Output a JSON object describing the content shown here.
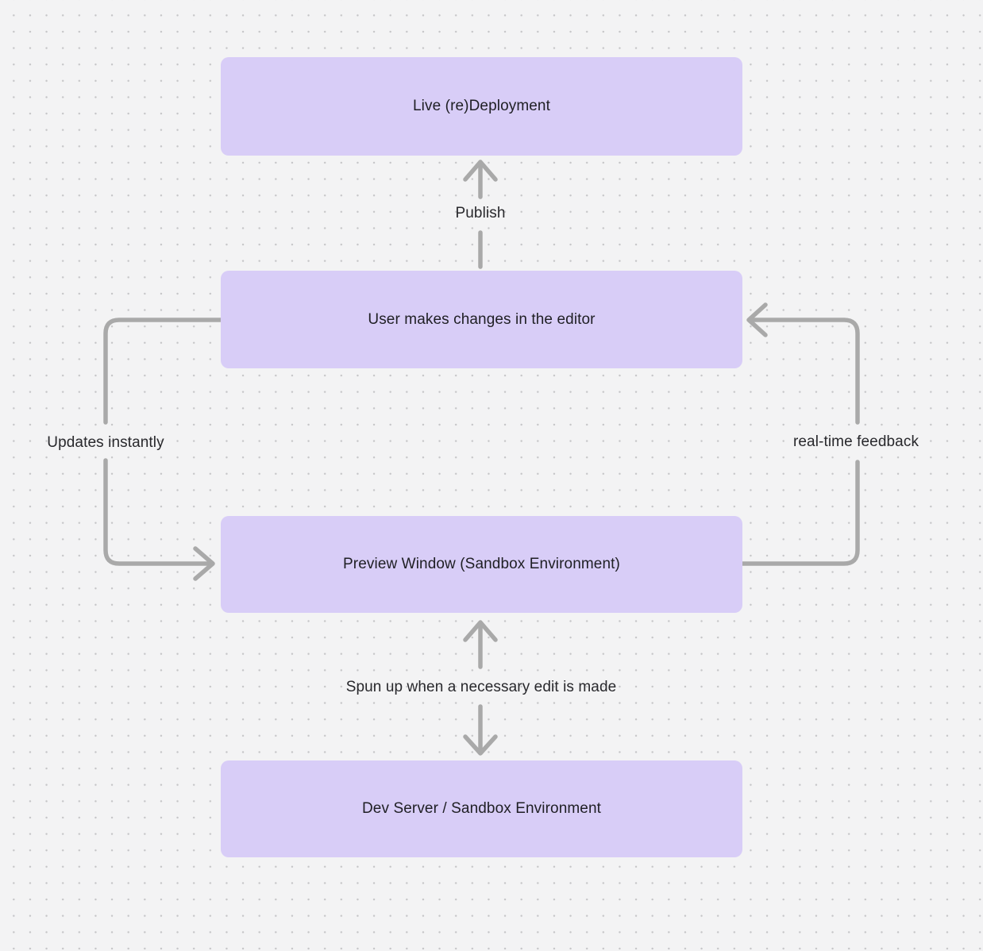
{
  "theme": {
    "background": "#f3f3f4",
    "dot_color": "#c5c5c7",
    "node_fill": "#d8cdf7",
    "node_text": "#1f1f24",
    "connector": "#a9a9a9",
    "label_text": "#28282c"
  },
  "diagram": {
    "nodes": [
      {
        "label": "Live (re)Deployment"
      },
      {
        "label": "User makes changes in the editor"
      },
      {
        "label": "Preview Window (Sandbox Environment)"
      },
      {
        "label": "Dev Server / Sandbox Environment"
      }
    ],
    "edge_labels": {
      "publish": "Publish",
      "updates_instantly": "Updates instantly",
      "realtime_feedback": "real-time feedback",
      "spun_up": "Spun up when a necessary edit is made"
    }
  }
}
